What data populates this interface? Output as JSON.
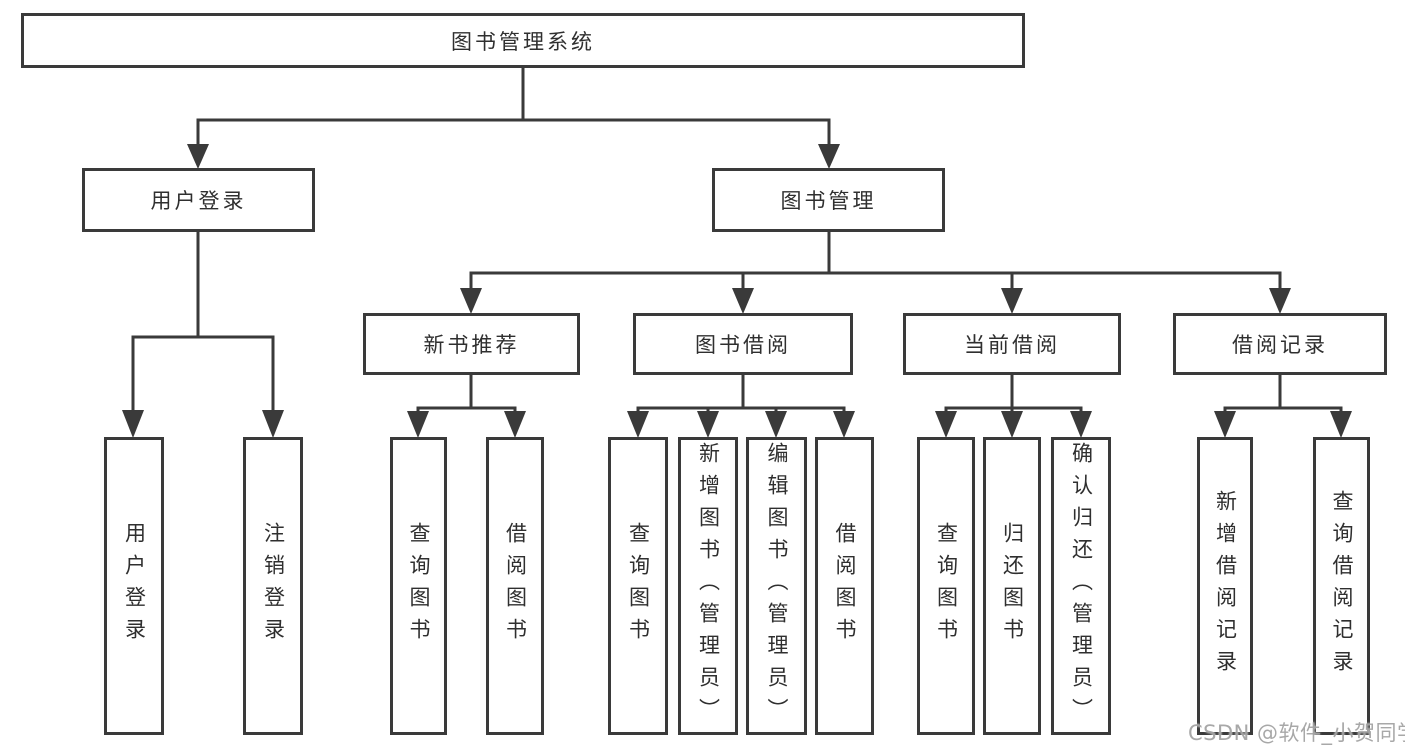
{
  "diagram": {
    "root": {
      "label": "图书管理系统"
    },
    "level2": {
      "user_login": {
        "label": "用户登录"
      },
      "book_mgmt": {
        "label": "图书管理"
      }
    },
    "level3": {
      "new_book": {
        "label": "新书推荐"
      },
      "book_borrow": {
        "label": "图书借阅"
      },
      "current_borrow": {
        "label": "当前借阅"
      },
      "borrow_record": {
        "label": "借阅记录"
      }
    },
    "leaves": {
      "user_login_leaf": {
        "label": "用户登录"
      },
      "logout_leaf": {
        "label": "注销登录"
      },
      "nb_query": {
        "label": "查询图书"
      },
      "nb_borrow": {
        "label": "借阅图书"
      },
      "bb_query": {
        "label": "查询图书"
      },
      "bb_add": {
        "label": "新增图书（管理员）"
      },
      "bb_edit": {
        "label": "编辑图书（管理员）"
      },
      "bb_borrow": {
        "label": "借阅图书"
      },
      "cb_query": {
        "label": "查询图书"
      },
      "cb_return": {
        "label": "归还图书"
      },
      "cb_confirm": {
        "label": "确认归还（管理员）"
      },
      "br_add": {
        "label": "新增借阅记录"
      },
      "br_query": {
        "label": "查询借阅记录"
      }
    }
  },
  "watermark": {
    "text": "CSDN @软件_小贺同学"
  },
  "colors": {
    "line": "#3a3a3a",
    "text": "#2f2f2f",
    "background": "#ffffff",
    "watermark": "#9e9e9e"
  }
}
